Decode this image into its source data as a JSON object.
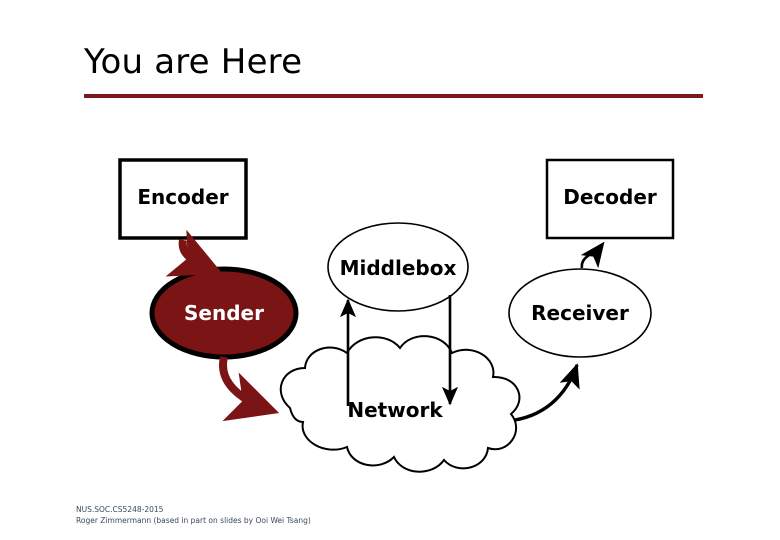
{
  "slide": {
    "title": "You are Here",
    "accent_color": "#7a1a1a",
    "background_color": "#ffffff"
  },
  "diagram": {
    "type": "flow-diagram",
    "nodes": [
      {
        "id": "encoder",
        "label": "Encoder",
        "shape": "rectangle",
        "fill": "#ffffff",
        "stroke": "#000000",
        "text_color": "#000000"
      },
      {
        "id": "sender",
        "label": "Sender",
        "shape": "ellipse",
        "fill": "#7b1414",
        "stroke": "#000000",
        "text_color": "#ffffff"
      },
      {
        "id": "middlebox",
        "label": "Middlebox",
        "shape": "ellipse",
        "fill": "#ffffff",
        "stroke": "#000000",
        "text_color": "#000000"
      },
      {
        "id": "network",
        "label": "Network",
        "shape": "cloud",
        "fill": "#ffffff",
        "stroke": "#000000",
        "text_color": "#000000"
      },
      {
        "id": "receiver",
        "label": "Receiver",
        "shape": "ellipse",
        "fill": "#ffffff",
        "stroke": "#000000",
        "text_color": "#000000"
      },
      {
        "id": "decoder",
        "label": "Decoder",
        "shape": "rectangle",
        "fill": "#ffffff",
        "stroke": "#000000",
        "text_color": "#000000"
      }
    ],
    "edges": [
      {
        "from": "encoder",
        "to": "sender",
        "color": "#7b1414",
        "style": "thick-curved-arrow"
      },
      {
        "from": "sender",
        "to": "network",
        "color": "#7b1414",
        "style": "thick-curved-arrow"
      },
      {
        "from": "network",
        "to": "middlebox",
        "color": "#000000",
        "style": "straight-arrow"
      },
      {
        "from": "middlebox",
        "to": "network",
        "color": "#000000",
        "style": "straight-arrow"
      },
      {
        "from": "network",
        "to": "receiver",
        "color": "#000000",
        "style": "curved-arrow"
      },
      {
        "from": "receiver",
        "to": "decoder",
        "color": "#000000",
        "style": "thin-curved-arrow"
      }
    ]
  },
  "footer": {
    "line1": "NUS.SOC.CS5248-2015",
    "line2": "Roger Zimmermann (based in part on slides by Ooi Wei Tsang)",
    "text_color": "#3a4a5a"
  }
}
